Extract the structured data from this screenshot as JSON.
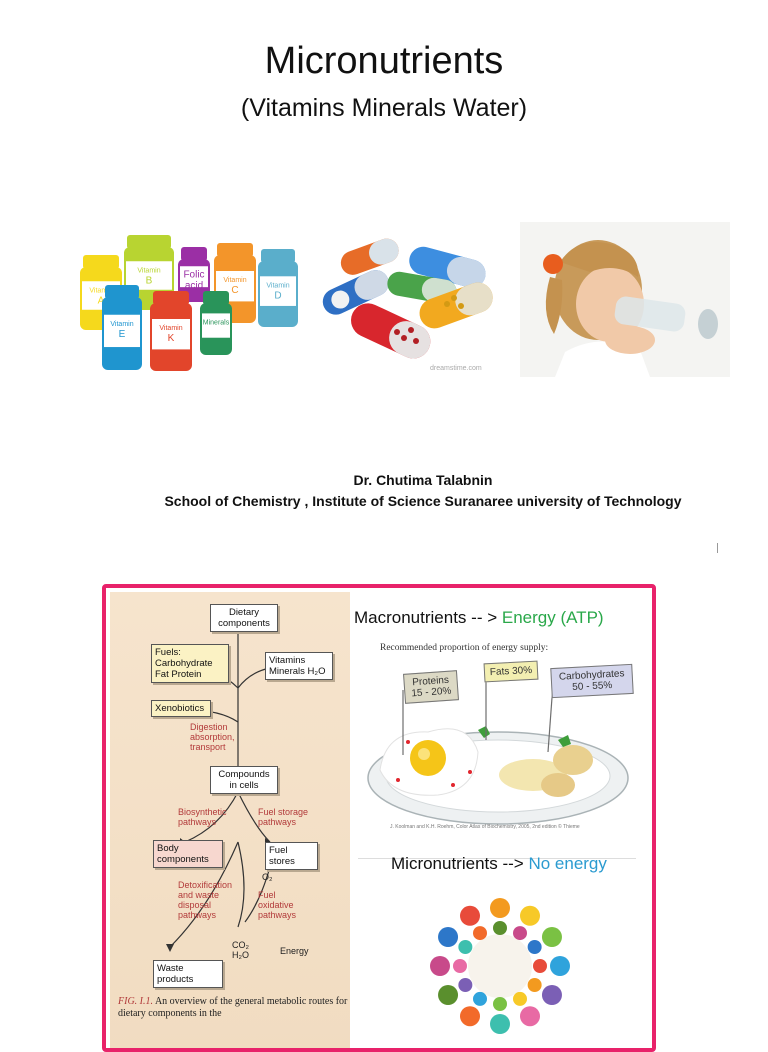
{
  "title": "Micronutrients",
  "subtitle": "(Vitamins  Minerals  Water)",
  "author": "Dr. Chutima Talabnin",
  "affiliation": "School of Chemistry , Institute of Science Suranaree university of Technology",
  "vitamin_bottles": [
    {
      "label": "Vitamin A",
      "color": "#f5d91c"
    },
    {
      "label": "Vitamin B",
      "color": "#b8d431"
    },
    {
      "label": "Folic acid",
      "color": "#9b2fa5"
    },
    {
      "label": "Vitamin C",
      "color": "#f3952a"
    },
    {
      "label": "Vitamin D",
      "color": "#5aaecb"
    },
    {
      "label": "Vitamin E",
      "color": "#1f95cf"
    },
    {
      "label": "Vitamin K",
      "color": "#e2452b"
    },
    {
      "label": "Minerals",
      "color": "#29945a"
    }
  ],
  "pill_watermark": "dreamstime.com",
  "figure": {
    "left": {
      "dietary": "Dietary components",
      "fuels": "Fuels: Carbohydrate Fat Protein",
      "vitamins": "Vitamins Minerals H₂O",
      "xenobiotics": "Xenobiotics",
      "digestion": "Digestion absorption, transport",
      "compounds": "Compounds in cells",
      "biosynthetic": "Biosynthetic pathways",
      "fuel_storage": "Fuel storage pathways",
      "body": "Body components",
      "fuel_stores": "Fuel stores",
      "o2": "O₂",
      "detox": "Detoxification and waste disposal pathways",
      "fuel_oxidative": "Fuel oxidative pathways",
      "co2": "CO₂ H₂O",
      "energy": "Energy",
      "waste": "Waste products",
      "caption_label": "FIG. I.1.",
      "caption_text": "An overview of the general metabolic routes for dietary components in the"
    },
    "macro": {
      "prefix": "Macronutrients  -- > ",
      "accent": "Energy (ATP)",
      "note": "Recommended proportion of energy supply:",
      "proteins": "Proteins 15 - 20%",
      "fats": "Fats 30%",
      "carbs": "Carbohydrates 50 - 55%",
      "credit": "J. Koolman and K.H. Roehm, Color Atlas of Biochemistry, 2005, 2nd edition © Thieme"
    },
    "micro": {
      "prefix": "Micronutrients  --> ",
      "accent": "No energy"
    }
  },
  "colors": {
    "frame_border": "#e8226a",
    "energy_green": "#2aa84a",
    "no_energy_blue": "#2b9bd0"
  }
}
